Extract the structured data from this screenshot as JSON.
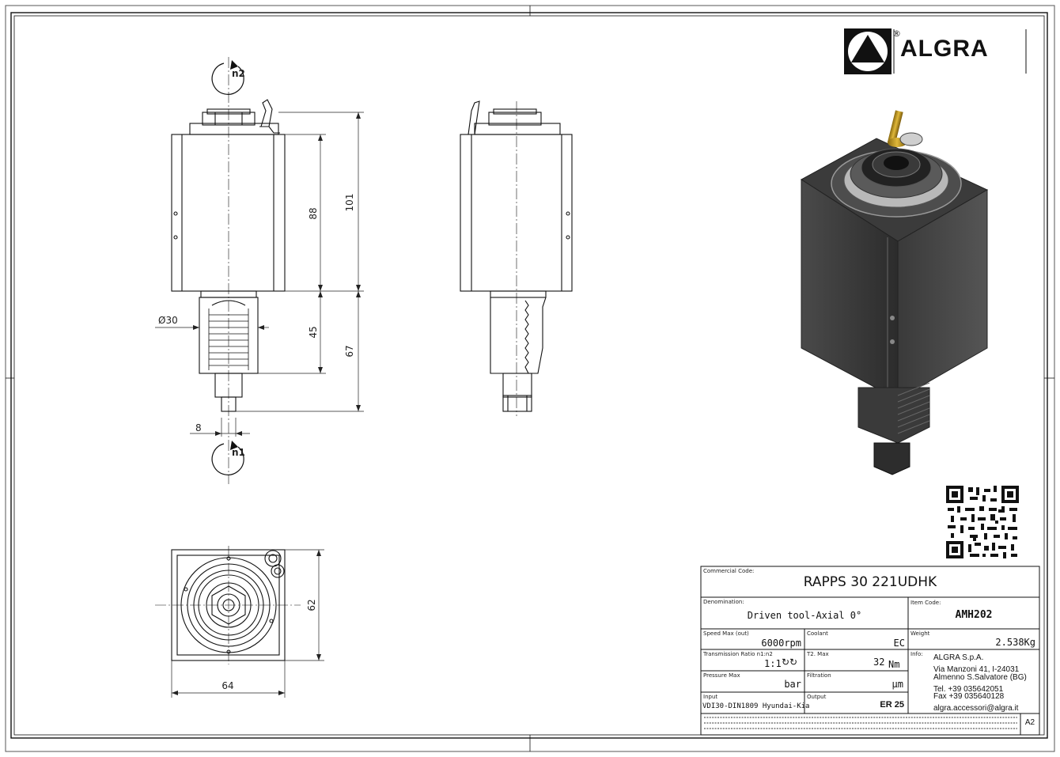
{
  "brand": {
    "name": "ALGRA",
    "registered": "®"
  },
  "dimensions": {
    "d30": "Ø30",
    "h88": "88",
    "h101": "101",
    "h45": "45",
    "h67": "67",
    "w8": "8",
    "n1": "n1",
    "n2": "n2",
    "h62": "62",
    "w64": "64"
  },
  "title_block": {
    "commercial_code_label": "Commercial Code:",
    "commercial_code": "RAPPS 30 221UDHK",
    "denomination_label": "Denomination:",
    "denomination": "Driven tool-Axial 0°",
    "item_code_label": "Item Code:",
    "item_code": "AMH202",
    "speed_label": "Speed Max (out)",
    "speed": "6000rpm",
    "coolant_label": "Coolant",
    "coolant": "EC",
    "weight_label": "Weight",
    "weight": "2.538Kg",
    "ratio_label": "Transmission Ratio n1:n2",
    "ratio": "1:1",
    "torque_label": "T2. Max",
    "torque": "32",
    "torque_unit": "Nm",
    "info_label": "Info:",
    "company": "ALGRA S.p.A.",
    "address1": "Via Manzoni 41, I-24031",
    "address2": "Almenno S.Salvatore (BG)",
    "tel": "Tel. +39 035642051",
    "fax": "Fax +39 035640128",
    "email": "algra.accessori@algra.it",
    "pressure_label": "Pressure Max",
    "pressure_unit": "bar",
    "filtration_label": "Filtration",
    "filtration_unit": "µm",
    "input_label": "Input",
    "input": "VDI30-DIN1809 Hyundai-Kia",
    "output_label": "Output",
    "output": "ER 25",
    "sheet_size": "A2"
  }
}
